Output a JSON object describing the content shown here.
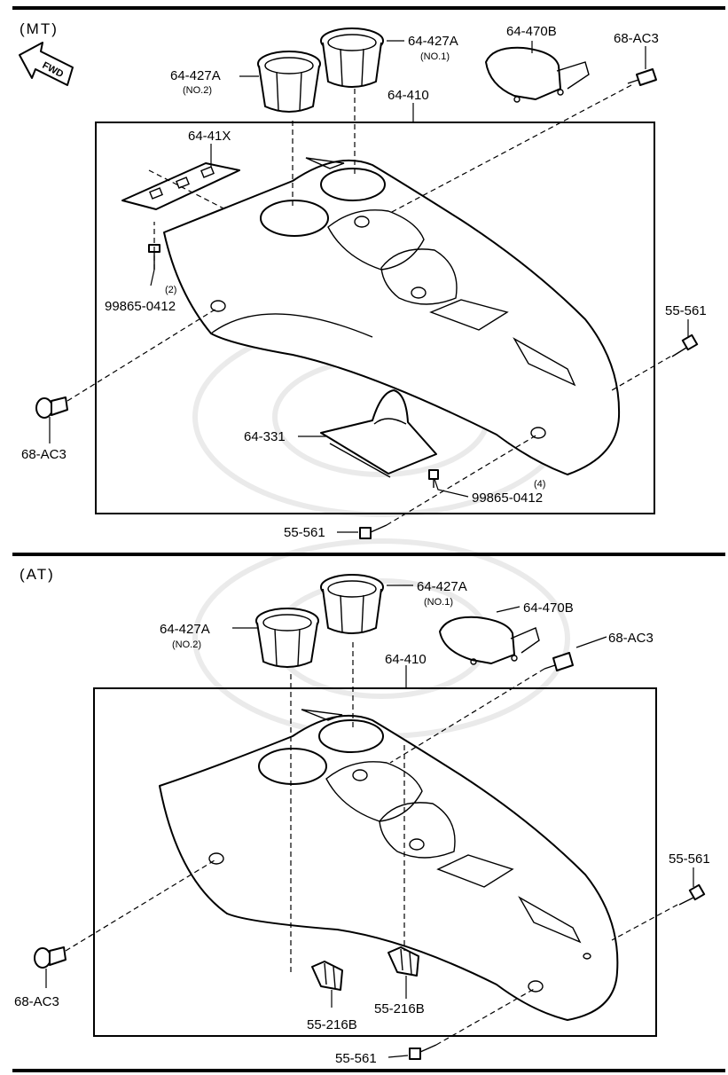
{
  "sections": {
    "mt": {
      "title": "(MT)",
      "fwd": "FWD",
      "labels": {
        "cup_no1": "64-427A",
        "cup_no1_sub": "(NO.1)",
        "cup_no2": "64-427A",
        "cup_no2_sub": "(NO.2)",
        "lid": "64-470B",
        "clip_top": "68-AC3",
        "console": "64-410",
        "bracket": "64-41X",
        "screw_left": "99865-0412",
        "screw_left_qty": "(2)",
        "bolt_right": "55-561",
        "clip_left": "68-AC3",
        "boot": "64-331",
        "screw_bottom": "99865-0412",
        "screw_bottom_qty": "(4)",
        "bolt_bottom": "55-561"
      }
    },
    "at": {
      "title": "(AT)",
      "labels": {
        "cup_no1": "64-427A",
        "cup_no1_sub": "(NO.1)",
        "cup_no2": "64-427A",
        "cup_no2_sub": "(NO.2)",
        "lid": "64-470B",
        "clip_top": "68-AC3",
        "console": "64-410",
        "bolt_right": "55-561",
        "clip_left": "68-AC3",
        "nut_left": "55-216B",
        "nut_right": "55-216B",
        "bolt_bottom": "55-561"
      }
    }
  },
  "icons": [
    "fwd-arrow-icon",
    "watermark-emblem-icon"
  ]
}
